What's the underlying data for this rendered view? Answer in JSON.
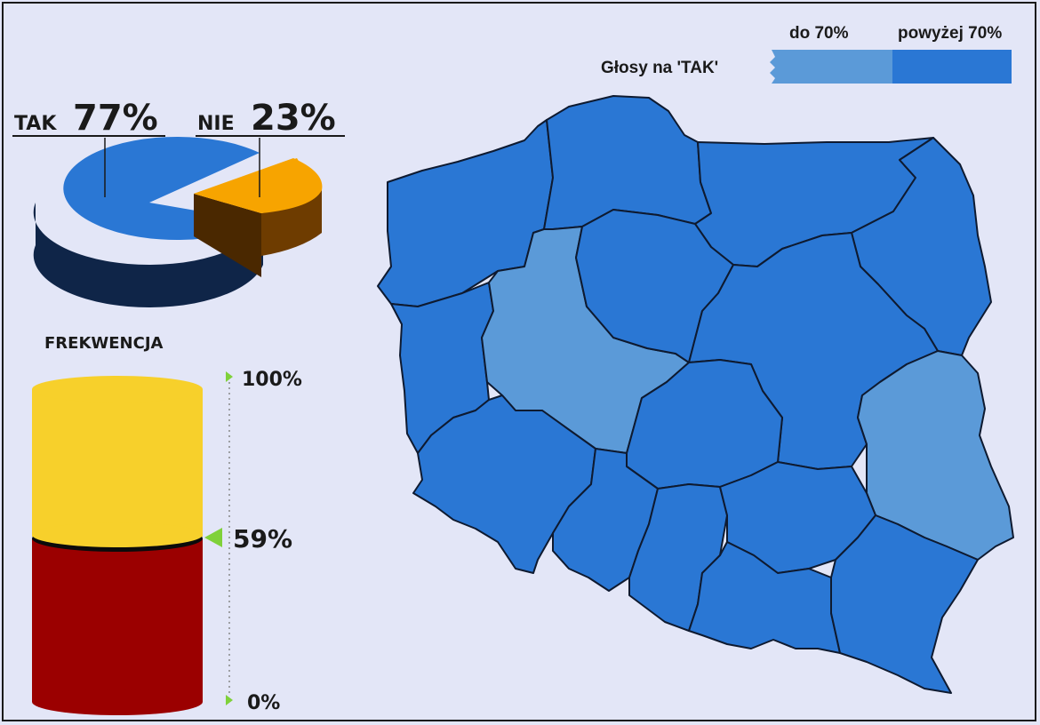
{
  "legend": {
    "title": "Głosy na 'TAK'",
    "low_label": "do 70%",
    "high_label": "powyżej 70%",
    "low_color": "#5b9ad8",
    "high_color": "#2a77d4"
  },
  "result": {
    "tak_label": "TAK",
    "tak_value": "77%",
    "nie_label": "NIE",
    "nie_value": "23%",
    "tak_color": "#2a77d4",
    "nie_color": "#f7a400"
  },
  "turnout": {
    "title": "FREKWENCJA",
    "top_label": "100%",
    "value_label": "59%",
    "bottom_label": "0%",
    "fill_color": "#9b0000",
    "empty_color": "#f7d02b"
  },
  "chart_data": {
    "type": "pie",
    "categories": [
      "TAK",
      "NIE"
    ],
    "values": [
      77,
      23
    ],
    "turnout": 59,
    "map_regions": [
      {
        "category": "powyżej 70%"
      },
      {
        "category": "powyżej 70%"
      },
      {
        "category": "powyżej 70%"
      },
      {
        "category": "powyżej 70%"
      },
      {
        "category": "powyżej 70%"
      },
      {
        "category": "do 70%"
      },
      {
        "category": "powyżej 70%"
      },
      {
        "category": "powyżej 70%"
      },
      {
        "category": "powyżej 70%"
      },
      {
        "category": "powyżej 70%"
      },
      {
        "category": "do 70%"
      },
      {
        "category": "powyżej 70%"
      },
      {
        "category": "powyżej 70%"
      },
      {
        "category": "powyżej 70%"
      },
      {
        "category": "powyżej 70%"
      },
      {
        "category": "powyżej 70%"
      }
    ]
  }
}
